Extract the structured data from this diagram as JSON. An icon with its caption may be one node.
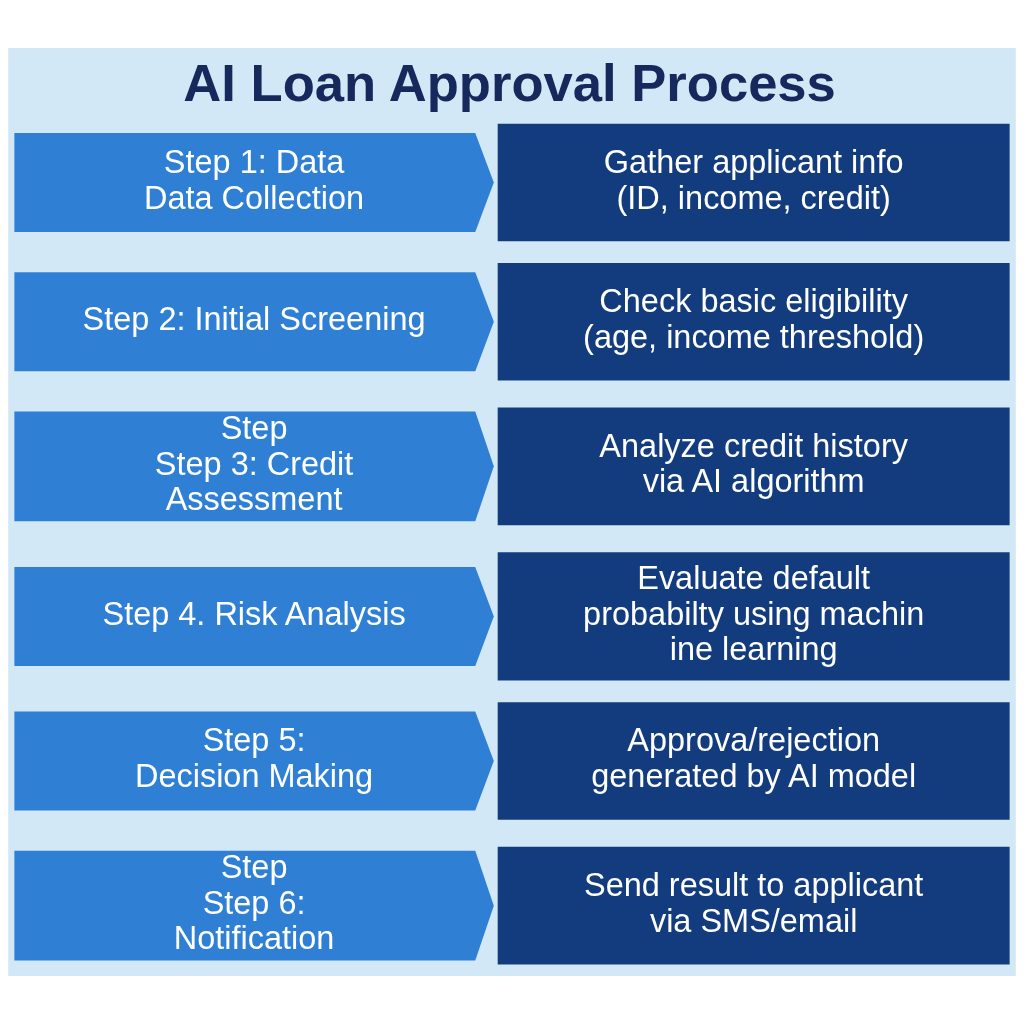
{
  "diagram": {
    "title": "AI Loan Approval Process",
    "nodes": [
      {
        "text": [
          "Step 1: Data Data Collection"
        ]
      },
      {
        "text": [
          "Gather applicant info (ID, income, credit)"
        ]
      },
      {
        "text": [
          "Step 2: Initial Screening"
        ]
      },
      {
        "text": [
          "Check basic eligibility (age, income threshold)"
        ]
      },
      {
        "text": [
          "Step",
          "Step 3: Credit Assessment"
        ]
      },
      {
        "text": [
          "Analyze credit history via AI algorithm"
        ]
      },
      {
        "text": [
          "Step 4. Risk Analysis"
        ]
      },
      {
        "text": [
          "Evaluate default probabilty using machin ine learning"
        ]
      },
      {
        "text": [
          "Step 5: Decision Making"
        ]
      },
      {
        "text": [
          "Approva/rejection generated by AI model"
        ]
      },
      {
        "text": [
          "Step",
          "Step 6: Notification"
        ]
      },
      {
        "text": [
          "Send result to applicant via SMS/email"
        ]
      }
    ]
  }
}
